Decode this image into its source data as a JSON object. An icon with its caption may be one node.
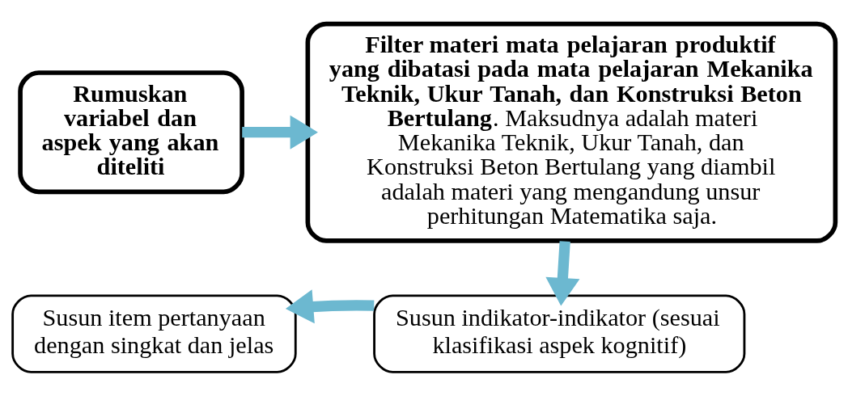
{
  "diagram": {
    "nodes": [
      {
        "text": [
          "Rumuskan variabel dan aspek yang akan diteliti"
        ]
      },
      {
        "text": [
          "**Filter materi mata pelajaran produktif yang dibatasi pada mata pelajaran Mekanika Teknik, Ukur Tanah, dan Konstruksi Beton Bertulang**. Maksudnya adalah materi Mekanika Teknik, Ukur Tanah, dan Konstruksi Beton Bertulang yang diambil adalah materi yang mengandung unsur perhitungan Matematika saja."
        ]
      },
      {
        "text": [
          "Susun indikator-indikator (sesuai klasifikasi aspek kognitif)"
        ]
      },
      {
        "text": [
          "Susun item pertanyaan dengan singkat dan jelas"
        ]
      }
    ],
    "edges": [
      {
        "from": 0,
        "to": 1,
        "arrow": "to"
      },
      {
        "from": 1,
        "to": 2,
        "arrow": "to"
      },
      {
        "from": 2,
        "to": 3,
        "arrow": "to"
      }
    ]
  }
}
